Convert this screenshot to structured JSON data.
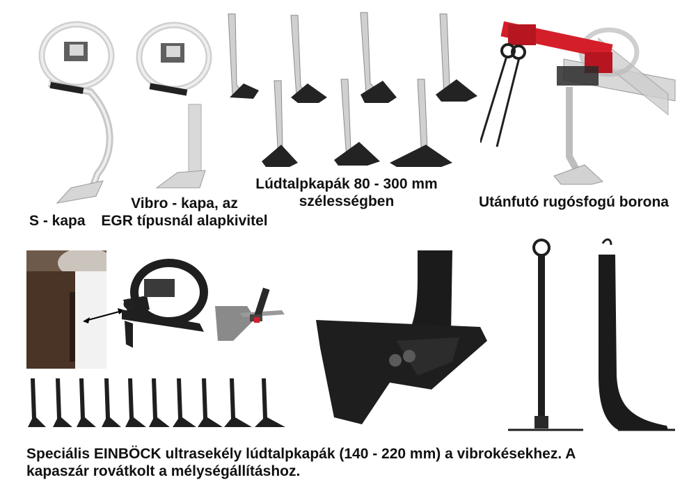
{
  "captions": {
    "s_kapa": "S - kapa",
    "vibro_line1": "Vibro - kapa, az",
    "vibro_line2": "EGR típusnál alapkivitel",
    "ludtalp_line1": "Lúdtalpkapák 80 - 300 mm",
    "ludtalp_line2": "szélességben",
    "borona": "Utánfutó rugósfogú borona",
    "einbock_line1": "Speciális EINBÖCK ultrasekély lúdtalpkapák (140 - 220 mm) a vibrokésekhez. A",
    "einbock_line2": "kapaszár rovátkolt a mélységállításhoz."
  },
  "colors": {
    "tine_dark": "#1c1c1c",
    "steel": "#c9c9c9",
    "transparent_part": "#dedede",
    "harrow_red": "#d41f2a",
    "photo_wood": "#4a3426"
  }
}
